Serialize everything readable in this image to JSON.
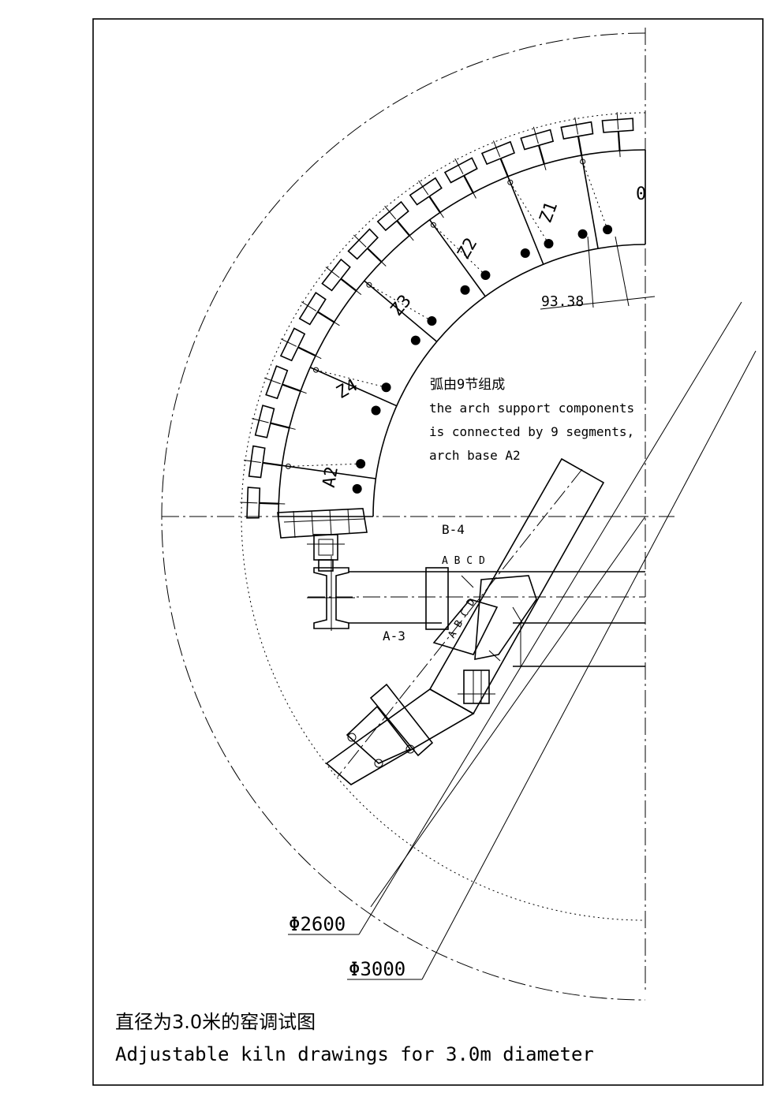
{
  "segments": [
    "0",
    "Z1",
    "Z2",
    "Z3",
    "Z4",
    "A2"
  ],
  "dimension": "93.38",
  "note": {
    "zh": "弧由9节组成",
    "en_line1": "the arch support components",
    "en_line2": "is connected by 9 segments,",
    "en_line3": "arch base A2"
  },
  "view_labels": {
    "b4": "B-4",
    "a3": "A-3",
    "abcd_horizontal": "A B C D",
    "abcd_diagonal": "A B C D"
  },
  "diameters": {
    "inner": "Φ2600",
    "outer": "Φ3000"
  },
  "title": {
    "zh": "直径为3.0米的窑调试图",
    "en": "Adjustable kiln drawings for 3.0m diameter"
  }
}
